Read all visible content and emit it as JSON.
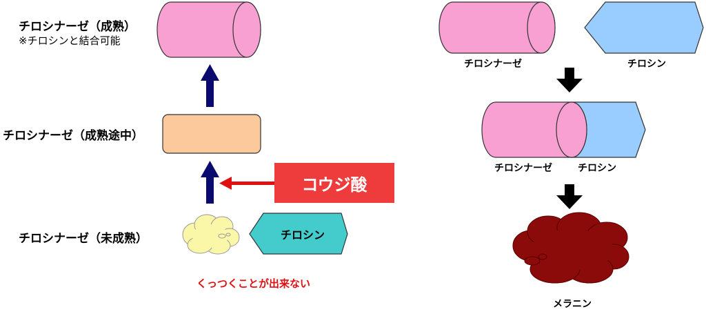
{
  "left": {
    "mature_label": "チロシナーゼ（成熟）",
    "mature_note": "※チロシンと結合可能",
    "maturing_label": "チロシナーゼ（成熟途中）",
    "immature_label": "チロシナーゼ（未成熟）",
    "tyrosine_label": "チロシン",
    "kojic_label": "コウジ酸",
    "cannot_bind_label": "くっつくことが出来ない"
  },
  "right": {
    "tyrosinase_label": "チロシナーゼ",
    "tyrosine_label": "チロシン",
    "combined_tyrosinase_label": "チロシナーゼ",
    "combined_tyrosine_label": "チロシン",
    "melanin_label": "メラニン"
  },
  "colors": {
    "pink": "#f9a0d2",
    "blue": "#99ccff",
    "peach": "#fcc99d",
    "yellow": "#fbf7a8",
    "teal": "#44cccc",
    "navy": "#0a0a6e",
    "red": "#ee3b3b",
    "melanin": "#8b0a0a",
    "kojic_arrow": "#e01010"
  }
}
